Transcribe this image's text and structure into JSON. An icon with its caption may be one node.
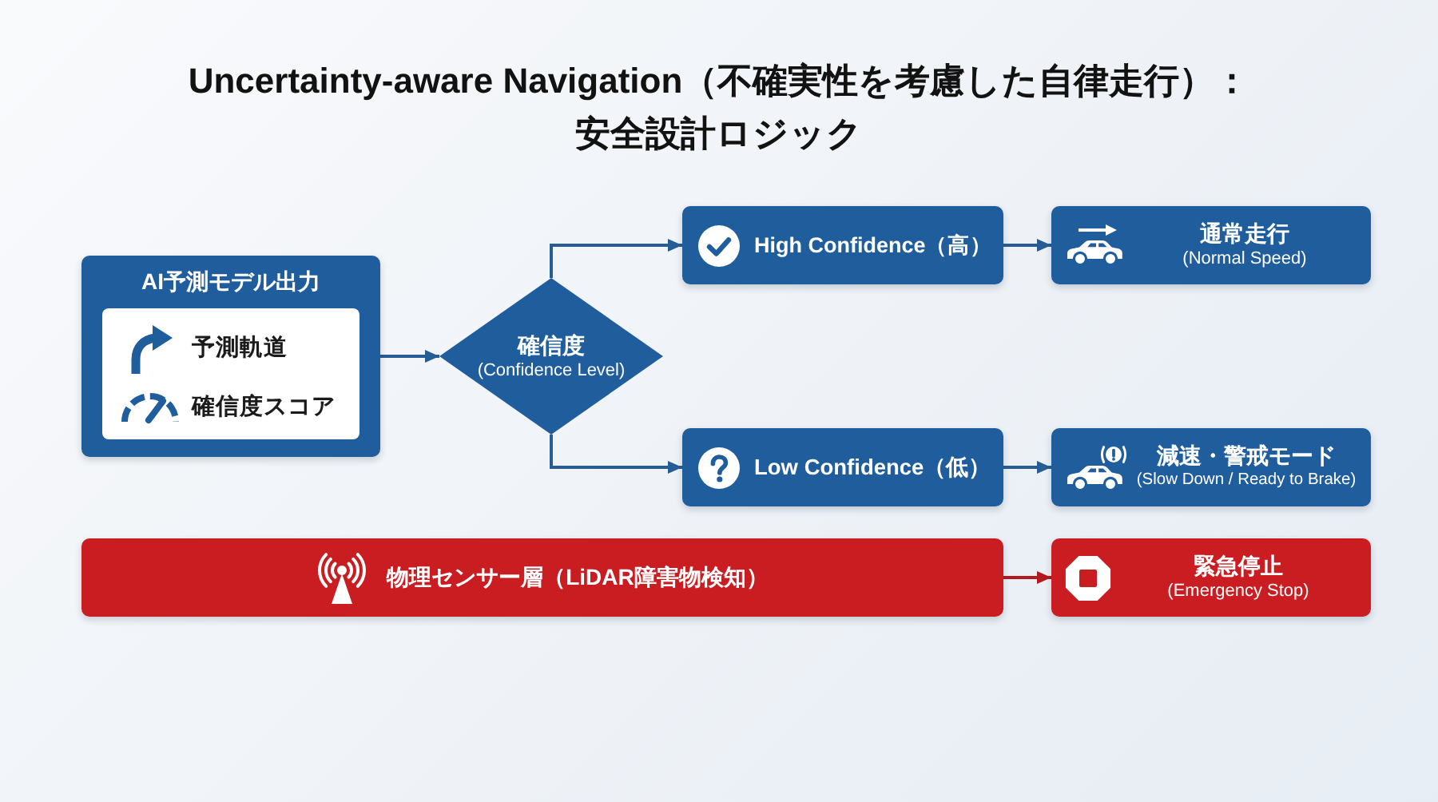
{
  "diagram": {
    "title": "Uncertainty-aware Navigation（不確実性を考慮した自律走行）：安全設計ロジック",
    "nodes": [
      {
        "text": [
          "AI予測モデル出力"
        ]
      },
      {
        "text": [
          "予測軌道",
          "確信度スコア"
        ],
        "in": 0
      },
      {
        "text": [
          "確信度",
          "(Confidence Level)"
        ]
      },
      {
        "text": [
          "High Confidence（高）"
        ]
      },
      {
        "text": [
          "通常走行",
          "(Normal Speed)"
        ]
      },
      {
        "text": [
          "Low Confidence（低）"
        ]
      },
      {
        "text": [
          "減速・警戒モード",
          "(Slow Down / Ready to Brake)"
        ]
      },
      {
        "text": [
          "物理センサー層（LiDAR障害物検知）"
        ]
      },
      {
        "text": [
          "緊急停止",
          "(Emergency Stop)"
        ]
      }
    ],
    "edges": [
      {
        "from": 0,
        "to": 2,
        "arrow": "to"
      },
      {
        "from": 2,
        "to": 3,
        "arrow": "to"
      },
      {
        "from": 2,
        "to": 5,
        "arrow": "to"
      },
      {
        "from": 3,
        "to": 4,
        "arrow": "to"
      },
      {
        "from": 5,
        "to": 6,
        "arrow": "to"
      },
      {
        "from": 7,
        "to": 8,
        "arrow": "to",
        "color": "#b3191e"
      }
    ]
  }
}
